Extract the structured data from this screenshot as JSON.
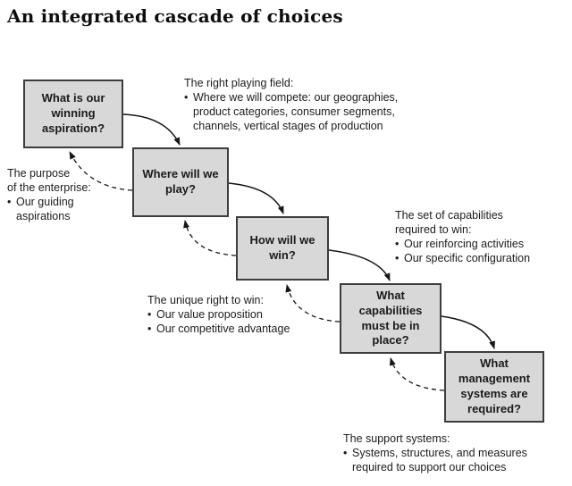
{
  "title": "An integrated cascade of choices",
  "bullet_char": "•",
  "colors": {
    "box_fill": "#d8d8d8",
    "box_border": "#3d3d3d",
    "arrow": "#161616",
    "background": "#ffffff"
  },
  "boxes": [
    {
      "id": "winning-aspiration",
      "label": "What is our winning aspiration?"
    },
    {
      "id": "where-to-play",
      "label": "Where will we play?"
    },
    {
      "id": "how-to-win",
      "label": "How will we win?"
    },
    {
      "id": "capabilities",
      "label": "What capabilities must be in place?"
    },
    {
      "id": "management-systems",
      "label": "What management systems are required?"
    }
  ],
  "annotations": [
    {
      "id": "playing-field",
      "heading": "The right playing field:",
      "bullets": [
        "Where we will compete: our geographies,\nproduct categories, consumer segments,\nchannels, vertical stages of production"
      ]
    },
    {
      "id": "purpose",
      "heading": "The purpose\nof the enterprise:",
      "bullets": [
        "Our guiding\naspirations"
      ]
    },
    {
      "id": "capabilities-set",
      "heading": "The set of capabilities\nrequired to win:",
      "bullets": [
        "Our reinforcing activities",
        "Our specific configuration"
      ]
    },
    {
      "id": "right-to-win",
      "heading": "The unique right to win:",
      "bullets": [
        "Our value proposition",
        "Our competitive advantage"
      ]
    },
    {
      "id": "support-systems",
      "heading": "The support systems:",
      "bullets": [
        "Systems, structures, and measures\nrequired to support our choices"
      ]
    }
  ]
}
